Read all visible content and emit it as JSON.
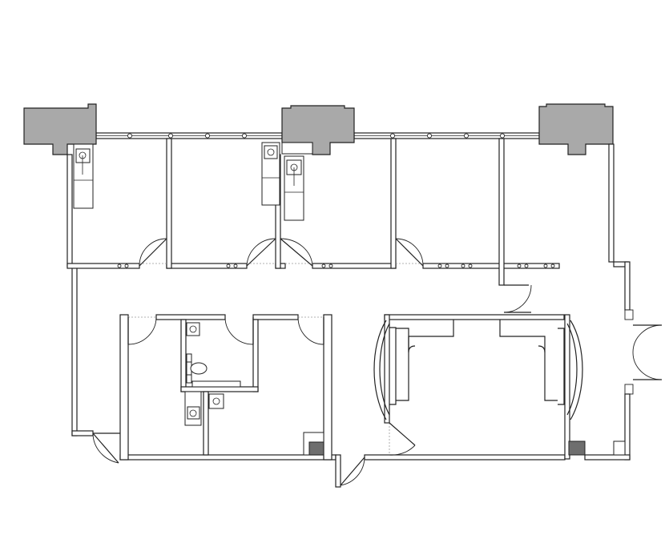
{
  "drawing": {
    "colors": {
      "wall_stroke": "#222222",
      "column_fill": "#a9a9a9",
      "background": "#ffffff"
    },
    "element_names": [
      "structural-column",
      "exterior-window-wall",
      "office",
      "door-swing",
      "restroom",
      "sink-counter",
      "toilet",
      "conference-room",
      "entry-double-door",
      "shaft"
    ]
  }
}
